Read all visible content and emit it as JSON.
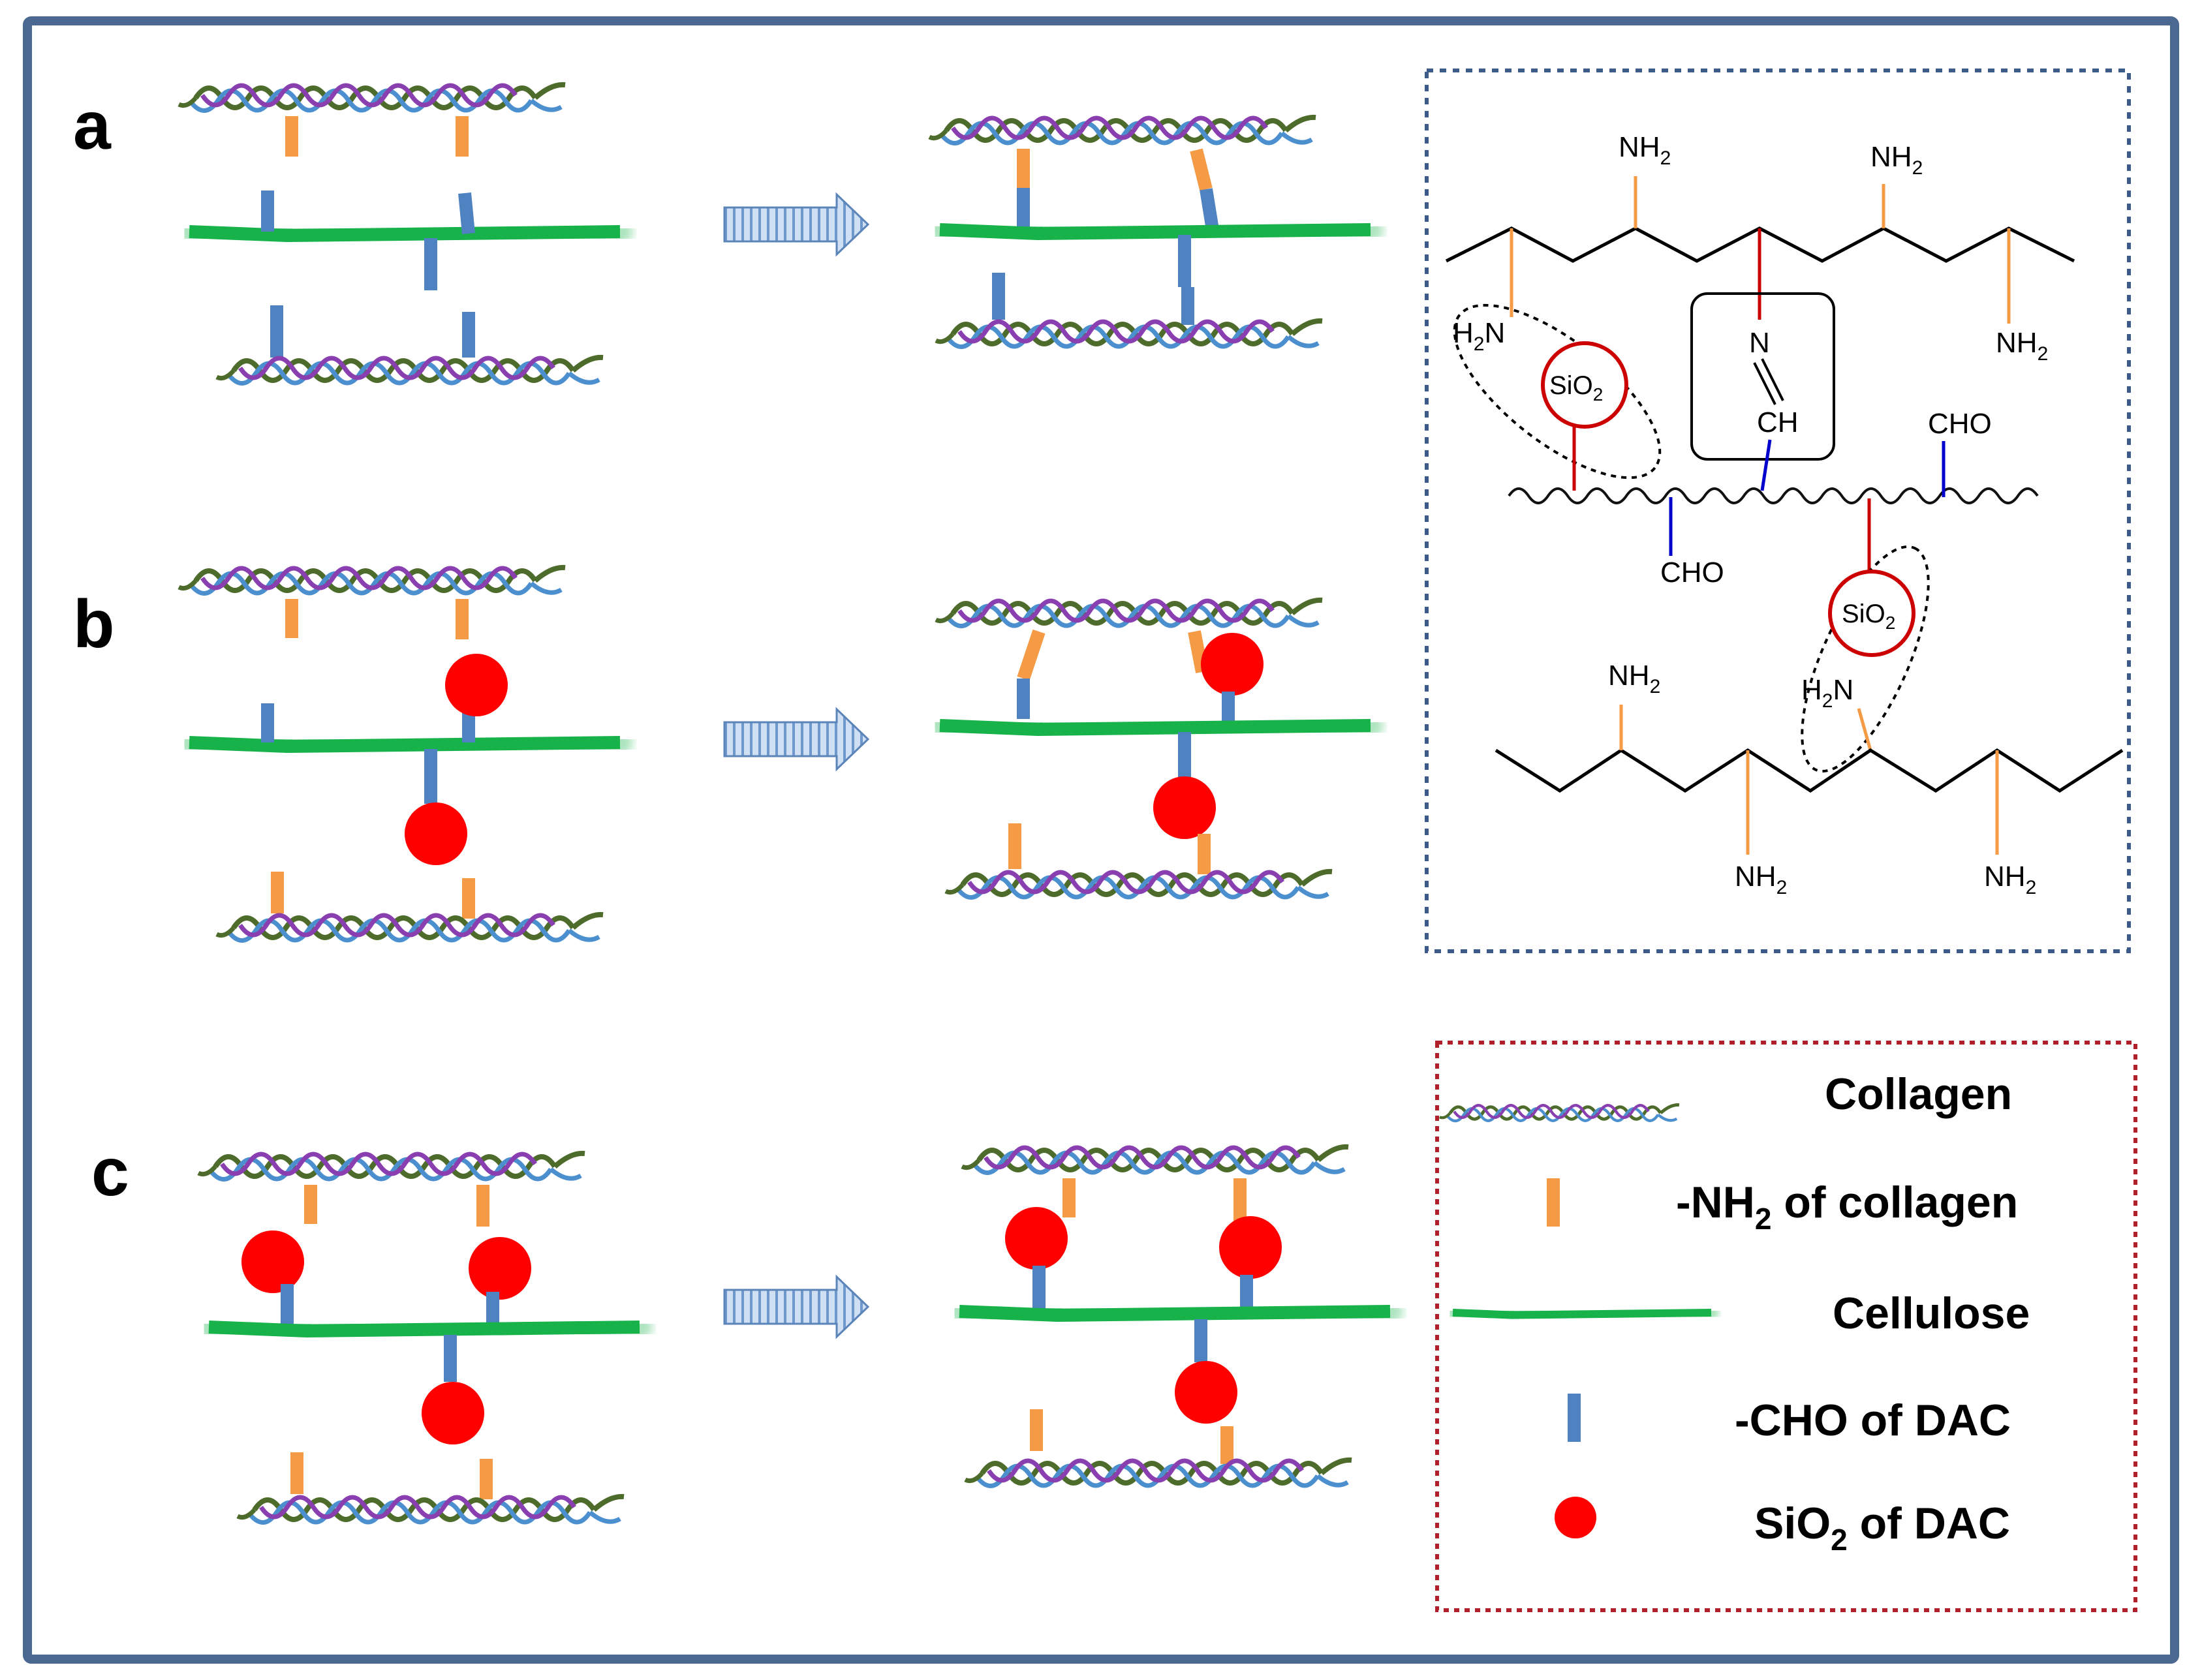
{
  "panels": {
    "a": {
      "label": "a"
    },
    "b": {
      "label": "b"
    },
    "c": {
      "label": "c"
    }
  },
  "mechanism": {
    "nh2_top_1": "NH",
    "nh2_top_2": "NH",
    "nh2_top_3": "NH",
    "h2n_left": "H",
    "sio2_left": "SiO",
    "n_label": "N",
    "ch_label": "CH",
    "cho_right": "CHO",
    "cho_center": "CHO",
    "sio2_right": "SiO",
    "nh2_bottom_1": "NH",
    "h2n_bottom": "H",
    "nh2_bottom_2": "NH",
    "nh2_bottom_3": "NH",
    "sub2": "2",
    "n_suffix": "N"
  },
  "legend": {
    "collagen": "Collagen",
    "nh2_prefix": "-NH",
    "nh2_suffix": " of collagen",
    "cellulose": "Cellulose",
    "cho": "-CHO of DAC",
    "sio2_prefix": "SiO",
    "sio2_suffix": " of DAC",
    "sub2": "2"
  },
  "colors": {
    "frame": "#4a6890",
    "cellulose": "#17b24a",
    "nh2_link": "#f59a45",
    "cho_link": "#4f82c0",
    "sio2": "#ff0000",
    "strand_green": "#4d6b2a",
    "strand_blue": "#4c8fcf",
    "strand_purple": "#8a3fb0",
    "arrow_fill": "#bcd3ef",
    "mechanism_box": "#3c5a8a",
    "legend_box": "#b0202a"
  }
}
